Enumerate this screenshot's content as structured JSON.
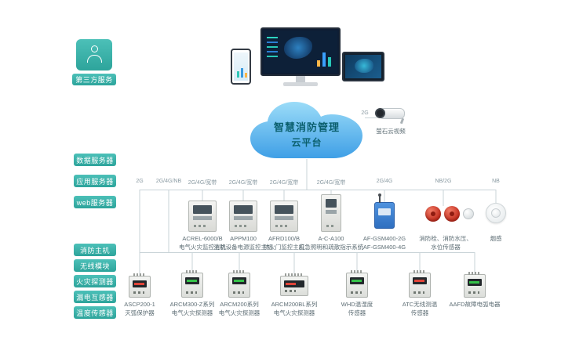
{
  "colors": {
    "teal_label": "#35b3aa",
    "cloud_blue": "#4aa6e8",
    "wire_gray": "#c8d3d7",
    "alert_red": "#c22a1b"
  },
  "sidebar": {
    "third_party_label": "第三方服务",
    "server_labels": [
      "数据服务器",
      "应用服务器",
      "web服务器"
    ],
    "terminal_labels": [
      "消防主机",
      "无线模块",
      "火灾探测器",
      "漏电互感器",
      "温度传感器"
    ]
  },
  "cloud": {
    "line1": "智慧消防管理",
    "line2": "云平台"
  },
  "camera": {
    "conn": "2G",
    "label": "萤石云视频"
  },
  "connections": [
    "2G",
    "2G/4G/NB",
    "2G/4G/宽带",
    "2G/4G/宽带",
    "2G/4G/宽带",
    "2G/4G/宽带",
    "2G/4G",
    "NB/2G",
    "NB"
  ],
  "middle_devices": [
    {
      "name": "ACREL-6000/B",
      "desc": "电气火灾监控主机"
    },
    {
      "name": "APPM100",
      "desc": "消防设备电源监控主机"
    },
    {
      "name": "AFRD100/B",
      "desc": "防火门监控主机"
    },
    {
      "name": "A-C-A100",
      "desc": "应急照明和疏散指示系统"
    },
    {
      "name": "AF-GSM400-2G",
      "desc": "AF-GSM400-4G"
    },
    {
      "name": "消防栓、消防水压、",
      "desc": "水位传感器"
    },
    {
      "name": "烟感",
      "desc": ""
    }
  ],
  "bottom_devices": [
    {
      "name": "ASCP200-1",
      "desc": "灭弧保护器"
    },
    {
      "name": "ARCM300-Z系列",
      "desc": "电气火灾探测器"
    },
    {
      "name": "ARCM200系列",
      "desc": "电气火灾探测器"
    },
    {
      "name": "ARCM200BL系列",
      "desc": "电气火灾探测器"
    },
    {
      "name": "WHD温湿度",
      "desc": "传感器"
    },
    {
      "name": "ATC无线测温",
      "desc": "传感器"
    },
    {
      "name": "AAFD故障电弧电器",
      "desc": ""
    }
  ]
}
